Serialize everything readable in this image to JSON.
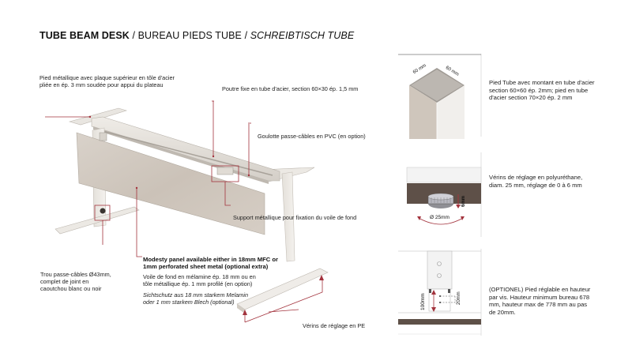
{
  "title": {
    "en": "TUBE BEAM DESK",
    "sep1": " / ",
    "fr": "BUREAU PIEDS TUBE",
    "sep2": " / ",
    "de": "SCHREIBTISCH TUBE"
  },
  "callouts": {
    "plate": [
      "Pied métallique avec plaque supérieur en tôle d'acier",
      "pliée en ép. 3 mm soudée pour appui du plateau"
    ],
    "beam": "Poutre fixe en tube d'acier, section 60×30 ép. 1,5 mm",
    "cable_tray": "Goulotte passe-câbles en PVC (en option)",
    "support": "Support métallique pour fixation du voile de fond",
    "cable_hole": [
      "Trou passe-câbles Ø43mm,",
      "complet de joint en",
      "caoutchou blanc ou noir"
    ],
    "modesty_en": [
      "Modesty panel available either in 18mm MFC or",
      "1mm perforated sheet metal (optional extra)"
    ],
    "modesty_fr": [
      "Voile de fond en mélamine ép. 18 mm ou en",
      "tôle métallique ép. 1 mm profilé (en option)"
    ],
    "modesty_de": [
      "Sichtschutz aus 18 mm starkem Melamin",
      "oder 1 mm starkem Blech (optional)"
    ],
    "levelers": "Vérins de réglage en PE"
  },
  "details": [
    {
      "name": "tube-leg",
      "dims": [
        "60 mm",
        "60 mm"
      ],
      "text": [
        "Pied Tube avec montant en tube d'acier",
        "section 60×60 ép. 2mm; pied en tube",
        "d'acier section 70×20 ép. 2 mm"
      ]
    },
    {
      "name": "leveler",
      "dims": [
        "Ø 25mm",
        "6mm"
      ],
      "text": [
        "Vérins de réglage en polyuréthane,",
        "diam. 25 mm, réglage de 0 à 6 mm"
      ]
    },
    {
      "name": "height-adjust",
      "dims": [
        "100mm",
        "20mm"
      ],
      "text": [
        "(OPTIONEL) Pied réglable en hauteur",
        "par vis. Hauteur minimum bureau 678",
        "mm, hauteur max de 778 mm au pas",
        "de 20mm."
      ]
    }
  ],
  "colors": {
    "accent": "#a3333d",
    "frame": "#e6e2dc",
    "panel": "#cfc6bd",
    "dark_brown": "#5e5048",
    "divider": "#888888"
  }
}
